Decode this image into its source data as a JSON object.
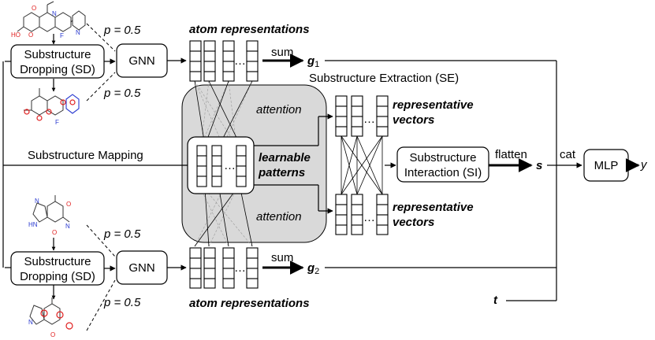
{
  "top": {
    "sd_label_line1": "Substructure",
    "sd_label_line2": "Dropping (SD)",
    "gnn_label": "GNN",
    "p_upper": "p = 0.5",
    "p_lower": "p = 0.5",
    "atom_repr_label": "atom representations",
    "sum_label": "sum",
    "g_label": "g",
    "g_sub": "1"
  },
  "bottom": {
    "sd_label_line1": "Substructure",
    "sd_label_line2": "Dropping (SD)",
    "gnn_label": "GNN",
    "p_upper": "p = 0.5",
    "p_lower": "p = 0.5",
    "atom_repr_label": "atom representations",
    "sum_label": "sum",
    "g_label": "g",
    "g_sub": "2"
  },
  "se": {
    "title": "Substructure Extraction (SE)",
    "attention_top": "attention",
    "attention_bottom": "attention",
    "patterns_line1": "learnable",
    "patterns_line2": "patterns"
  },
  "mapping_label": "Substructure Mapping",
  "rep_vectors": {
    "top_line1": "representative",
    "top_line2": "vectors",
    "bottom_line1": "representative",
    "bottom_line2": "vectors"
  },
  "si": {
    "line1": "Substructure",
    "line2": "Interaction (SI)"
  },
  "flatten_label": "flatten",
  "s_label": "s",
  "cat_label": "cat",
  "mlp_label": "MLP",
  "y_label": "y",
  "t_label": "t",
  "dots": "…",
  "colors": {
    "se_fill": "#d9d9d9",
    "drop_red": "#e02020",
    "drop_blue": "#2a3ad0"
  }
}
